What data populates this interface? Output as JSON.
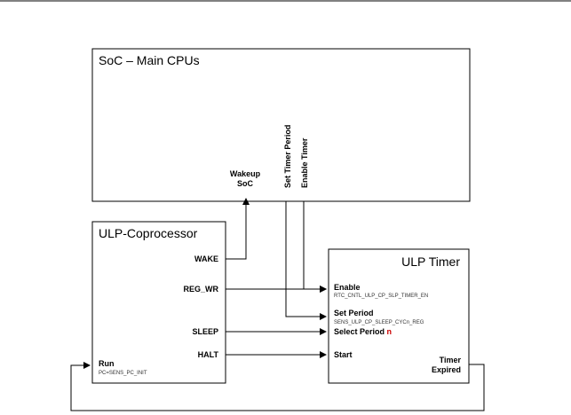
{
  "soc": {
    "title": "SoC – Main CPUs"
  },
  "ulp_cp": {
    "title": "ULP-Coprocessor"
  },
  "ulp_timer": {
    "title": "ULP Timer"
  },
  "signals": {
    "wakeup": [
      "Wakeup",
      "SoC"
    ],
    "set_timer_period": "Set Timer Period",
    "enable_timer": "Enable Timer",
    "wake": "WAKE",
    "reg_wr": "REG_WR",
    "sleep": "SLEEP",
    "halt": "HALT",
    "run": "Run",
    "run_sub": "PC=SENS_PC_INIT",
    "enable": "Enable",
    "enable_sub": "RTC_CNTL_ULP_CP_SLP_TIMER_EN",
    "set_period": "Set Period",
    "set_period_sub": "SENS_ULP_CP_SLEEP_CYCn_REG",
    "select_period": "Select Period",
    "select_period_n": "n",
    "start": "Start",
    "timer_expired": [
      "Timer",
      "Expired"
    ]
  }
}
